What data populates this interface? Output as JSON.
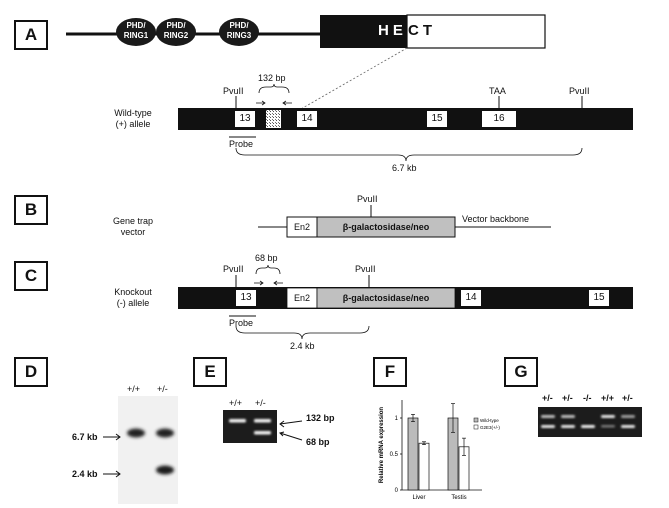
{
  "panels": {
    "a": "A",
    "b": "B",
    "c": "C",
    "d": "D",
    "e": "E",
    "f": "F",
    "g": "G"
  },
  "panel_a": {
    "domains": [
      "PHD/\nRING1",
      "PHD/\nRING2",
      "PHD/\nRING3"
    ],
    "hect_left": "HE",
    "hect_right": "CT",
    "allele_label": "Wild-type\n(+) allele",
    "pvuii": "PvuII",
    "bp_size": "132 bp",
    "taa": "TAA",
    "exons": [
      "13",
      "14",
      "15",
      "16"
    ],
    "probe": "Probe",
    "fragment": "6.7 kb"
  },
  "panel_b": {
    "vector_label": "Gene trap\nvector",
    "pvuii": "PvuII",
    "en2": "En2",
    "cassette": "β-galactosidase/neo",
    "backbone": "Vector backbone"
  },
  "panel_c": {
    "allele_label": "Knockout\n(-) allele",
    "pvuii_left": "PvuII",
    "pvuii_mid": "PvuII",
    "bp_size": "68 bp",
    "exons": [
      "13",
      "14",
      "15"
    ],
    "en2": "En2",
    "cassette": "β-galactosidase/neo",
    "probe": "Probe",
    "fragment": "2.4 kb"
  },
  "panel_d": {
    "lanes": [
      "+/+",
      "+/-"
    ],
    "band_top": "6.7 kb",
    "band_bottom": "2.4 kb"
  },
  "panel_e": {
    "lanes": [
      "+/+",
      "+/-"
    ],
    "band_top": "132 bp",
    "band_bottom": "68 bp"
  },
  "panel_g": {
    "lanes": [
      "+/-",
      "+/-",
      "-/-",
      "+/+",
      "+/-"
    ]
  },
  "chart_data": {
    "type": "bar",
    "categories": [
      "Liver",
      "Testis"
    ],
    "ylabel": "Relative mRNA expression",
    "ylim": [
      0,
      1.25
    ],
    "yticks": [
      "0",
      "0.5",
      "1"
    ],
    "series": [
      {
        "name": "Wild-type",
        "values": [
          1.0,
          1.0
        ],
        "errors": [
          0.05,
          0.2
        ],
        "color": "#bbbbbb"
      },
      {
        "name": "G2E3(+/-)",
        "values": [
          0.65,
          0.6
        ],
        "errors": [
          0.02,
          0.12
        ],
        "color": "#ffffff"
      }
    ],
    "legend_position": "right"
  },
  "colors": {
    "cassette": "#c0c0c0",
    "gene_bar": "#111111",
    "gel": "#1c1c1c"
  }
}
